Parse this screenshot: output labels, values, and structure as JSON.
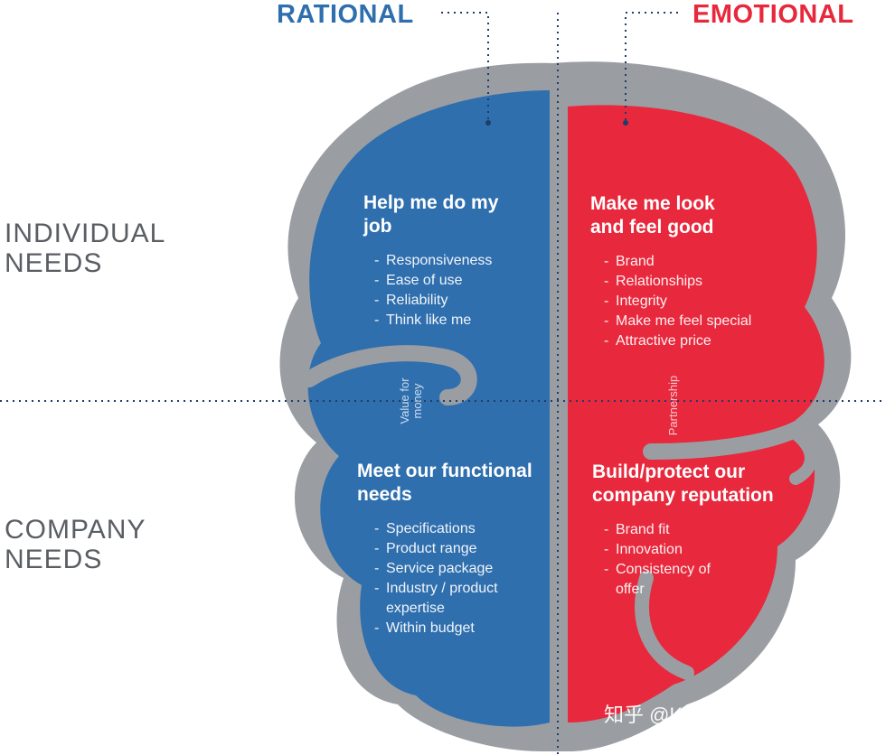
{
  "headers": {
    "rational": "RATIONAL",
    "emotional": "EMOTIONAL"
  },
  "rows": {
    "individual": [
      "INDIVIDUAL",
      "NEEDS"
    ],
    "company": [
      "COMPANY",
      "NEEDS"
    ]
  },
  "quadrants": {
    "rational_individual": {
      "title": "Help me do my job",
      "items": [
        "Responsiveness",
        "Ease of use",
        "Reliability",
        "Think like me"
      ]
    },
    "emotional_individual": {
      "title": "Make me look and feel good",
      "items": [
        "Brand",
        "Relationships",
        "Integrity",
        "Make me feel special",
        "Attractive price"
      ]
    },
    "rational_company": {
      "title": "Meet our functional needs",
      "items": [
        "Specifications",
        "Product range",
        "Service package",
        "Industry / product expertise",
        "Within budget"
      ]
    },
    "emotional_company": {
      "title": "Build/protect our company reputation",
      "items": [
        "Brand fit",
        "Innovation",
        "Consistency of offer"
      ]
    }
  },
  "connectors": {
    "rational": [
      "Value for",
      "money"
    ],
    "emotional": "Partnership"
  },
  "watermark": "知乎 @Kenny出海推广",
  "colors": {
    "rational": "#2f6fae",
    "emotional": "#e8283c",
    "outline": "#9a9ea3",
    "label": "#5a5e63",
    "dots": "#1e3d6b"
  }
}
